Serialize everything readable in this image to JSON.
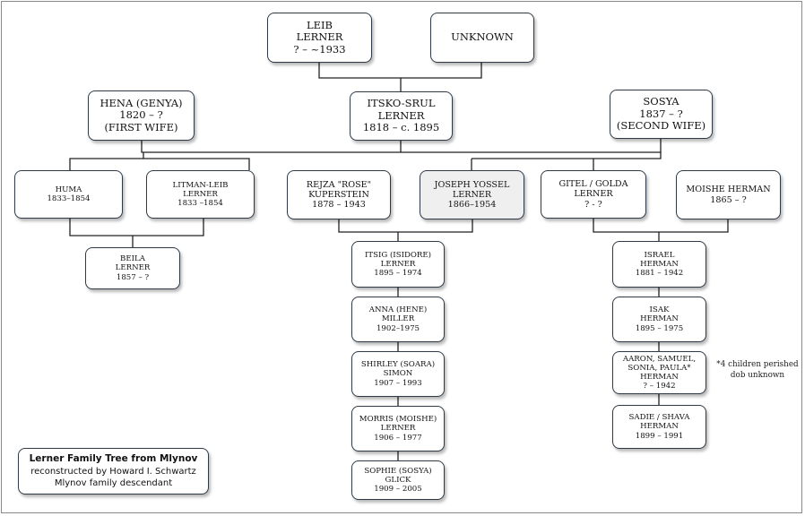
{
  "people": {
    "leib": {
      "lines": [
        "LEIB",
        "LERNER",
        "? – ~1933"
      ]
    },
    "unknown": {
      "lines": [
        "UNKNOWN"
      ]
    },
    "hena": {
      "lines": [
        "HENA (GENYA)",
        "1820 – ?",
        "(FIRST WIFE)"
      ]
    },
    "itsko": {
      "lines": [
        "ITSKO-SRUL",
        "LERNER",
        "1818 – c. 1895"
      ]
    },
    "sosya": {
      "lines": [
        "SOSYA",
        "1837 – ?",
        "(SECOND WIFE)"
      ]
    },
    "huma": {
      "lines": [
        "HUMA",
        "1833–1854"
      ]
    },
    "litman": {
      "lines": [
        "LITMAN-LEIB",
        "LERNER",
        "1833 –1854"
      ]
    },
    "rejza": {
      "lines": [
        "REJZA \"ROSE\"",
        "KUPERSTEIN",
        "1878 – 1943"
      ]
    },
    "joseph": {
      "lines": [
        "JOSEPH YOSSEL",
        "LERNER",
        "1866–1954"
      ]
    },
    "gitel": {
      "lines": [
        "GITEL / GOLDA",
        "LERNER",
        "? - ?"
      ]
    },
    "moishe_h": {
      "lines": [
        "MOISHE HERMAN",
        "1865 – ?"
      ]
    },
    "beila": {
      "lines": [
        "BEILA",
        "LERNER",
        "1857 – ?"
      ]
    },
    "itsig": {
      "lines": [
        "ITSIG  (ISIDORE)",
        "LERNER",
        "1895 – 1974"
      ]
    },
    "anna": {
      "lines": [
        "ANNA (HENE)",
        "MILLER",
        "1902–1975"
      ]
    },
    "shirley": {
      "lines": [
        "SHIRLEY (SOARA)",
        "SIMON",
        "1907 – 1993"
      ]
    },
    "morris": {
      "lines": [
        "MORRIS (MOISHE)",
        "LERNER",
        "1906 – 1977"
      ]
    },
    "sophie": {
      "lines": [
        "SOPHIE (SOSYA)",
        "GLICK",
        "1909 – 2005"
      ]
    },
    "israel": {
      "lines": [
        "ISRAEL",
        "HERMAN",
        "1881 – 1942"
      ]
    },
    "isak": {
      "lines": [
        "ISAK",
        "HERMAN",
        "1895 – 1975"
      ]
    },
    "aaron": {
      "lines": [
        "AARON, SAMUEL,",
        "SONIA, PAULA*",
        "HERMAN",
        "? – 1942"
      ]
    },
    "sadie": {
      "lines": [
        "SADIE / SHAVA",
        "HERMAN",
        "1899 – 1991"
      ]
    }
  },
  "note": {
    "lines": [
      "*4 children perished",
      "dob unknown"
    ]
  },
  "caption": {
    "title": "Lerner Family Tree from Mlynov",
    "line1": "reconstructed by Howard I. Schwartz",
    "line2": "Mlynov family descendant"
  }
}
